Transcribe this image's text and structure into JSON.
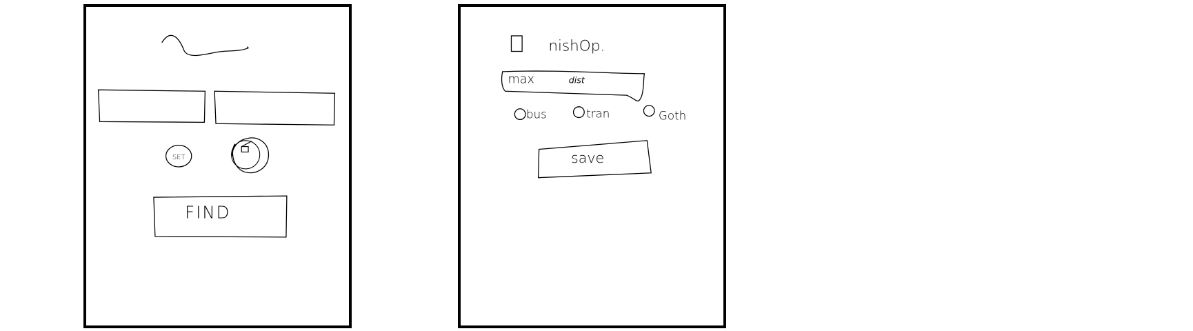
{
  "search_screen": {
    "title_scribble": "~~~",
    "input_left_value": "",
    "input_right_value": "",
    "set_button_label": "SET",
    "locate_icon": "locate-icon",
    "find_button_label": "FIND"
  },
  "settings_screen": {
    "checkbox_label": "nishOp.",
    "max_dist_label": "max",
    "max_dist_value": "dist",
    "radio_options": [
      {
        "label": "bus"
      },
      {
        "label": "tran"
      },
      {
        "label": "Goth"
      }
    ],
    "save_button_label": "save"
  },
  "colors": {
    "stroke": "#000000",
    "background": "#ffffff"
  }
}
